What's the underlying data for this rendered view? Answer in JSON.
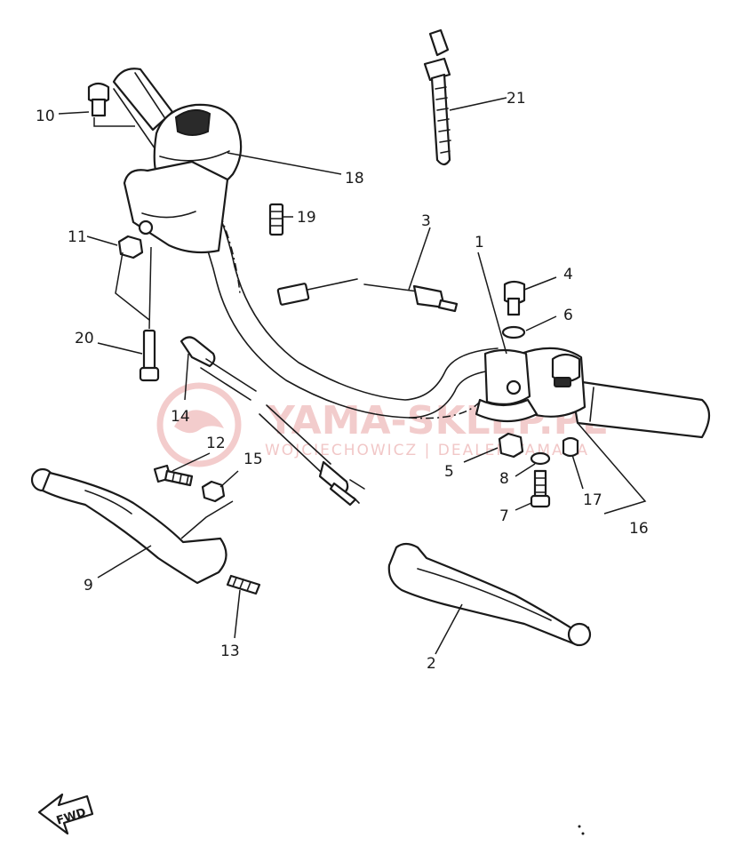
{
  "diagram": {
    "callouts": [
      "1",
      "2",
      "3",
      "4",
      "5",
      "6",
      "7",
      "8",
      "9",
      "10",
      "11",
      "12",
      "13",
      "14",
      "15",
      "16",
      "17",
      "18",
      "19",
      "20",
      "21"
    ],
    "watermark": {
      "title": "YAMA-SKLEP.PL",
      "subtitle": "WOJCIECHOWICZ | DEALER YAMAHA",
      "color": "#e9a3a3"
    },
    "direction_badge": "FWD"
  }
}
